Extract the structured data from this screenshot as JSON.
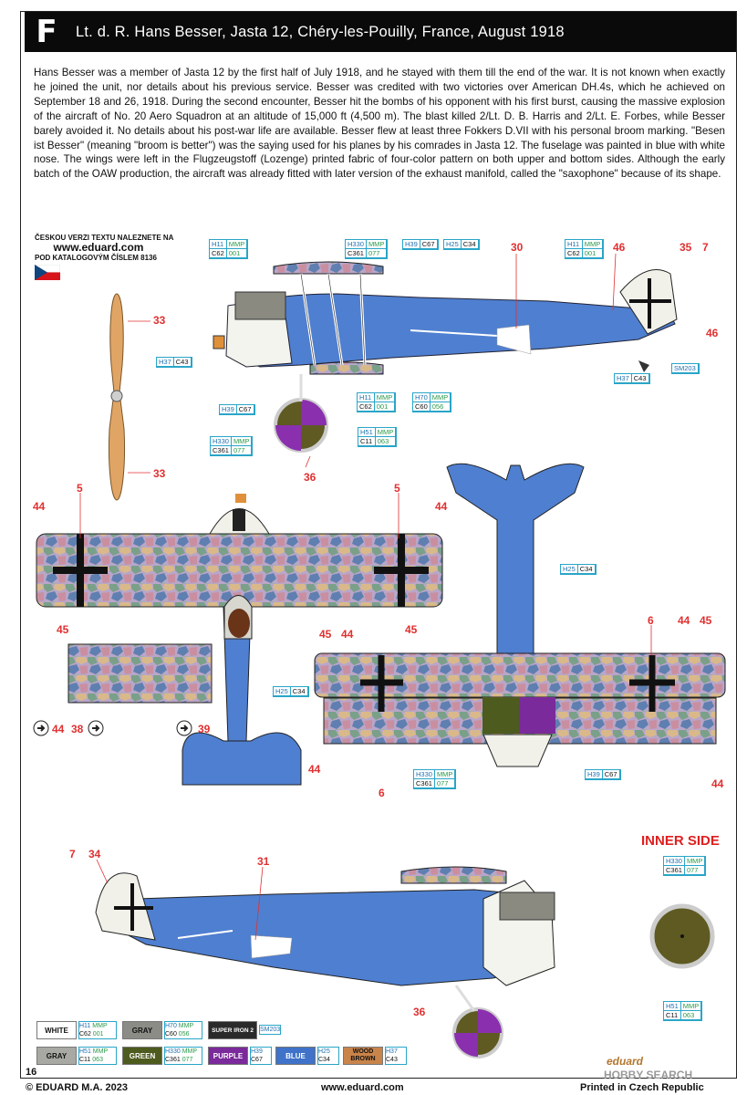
{
  "header": {
    "letter": "F",
    "title": "Lt. d. R. Hans Besser, Jasta 12, Chéry-les-Pouilly, France, August 1918"
  },
  "intro": "Hans Besser was a member of Jasta 12 by the first half of July 1918, and he stayed with them till the end of the war. It is not known when exactly he joined the unit, nor details about his previous service. Besser was credited with two victories over American DH.4s, which he achieved on September 18 and 26, 1918. During the second encounter, Besser hit the bombs of his opponent with his first burst, causing the massive explosion of the aircraft of No. 20 Aero Squadron at an altitude of 15,000 ft (4,500 m). The blast killed 2/Lt. D. B. Harris and 2/Lt. E. Forbes, while Besser barely avoided it. No details about his post-war life are available. Besser flew at least three Fokkers D.VII with his personal broom marking. \"Besen ist Besser\" (meaning \"broom is better\") was the saying used for his planes by his comrades in Jasta 12. The fuselage was painted in blue with white nose. The wings were left in the Flugzeugstoff (Lozenge) printed fabric of four-color pattern on both upper and bottom sides. Although the early batch of the OAW production, the aircraft was already fitted with later version of the exhaust manifold, called the \"saxophone\" because of its shape.",
  "czech": {
    "line1": "ČESKOU VERZI TEXTU NALEZNETE NA",
    "url": "www.eduard.com",
    "line2": "POD KATALOGOVÝM ČÍSLEM 8136"
  },
  "callouts": {
    "h11": {
      "h": "H11",
      "m": "MMP",
      "c": "C62",
      "n": "001"
    },
    "h330": {
      "h": "H330",
      "m": "MMP",
      "c": "C361",
      "n": "077"
    },
    "h39": {
      "h": "H39",
      "c": "C67"
    },
    "h25": {
      "h": "H25",
      "c": "C34"
    },
    "h37": {
      "h": "H37",
      "c": "C43"
    },
    "h70": {
      "h": "H70",
      "m": "MMP",
      "c": "C60",
      "n": "056"
    },
    "h51": {
      "h": "H51",
      "m": "MMP",
      "c": "C11",
      "n": "063"
    },
    "sm203": "SM203"
  },
  "numbers": {
    "n30": "30",
    "n46": "46",
    "n35": "35",
    "n7": "7",
    "n33": "33",
    "n36": "36",
    "n5": "5",
    "n44": "44",
    "n45": "45",
    "n6": "6",
    "n38": "38",
    "n39": "39",
    "n34": "34",
    "n31": "31"
  },
  "inner_side": "INNER SIDE",
  "legend": [
    {
      "label": "WHITE",
      "color": "#ffffff",
      "text": "#111",
      "h": "H11",
      "m": "MMP",
      "c": "C62",
      "n": "001"
    },
    {
      "label": "GRAY",
      "color": "#8c8c86",
      "text": "#111",
      "h": "H70",
      "m": "MMP",
      "c": "C60",
      "n": "056"
    },
    {
      "label": "SUPER IRON 2",
      "color": "#2a2a2a",
      "text": "#fff",
      "h": "SM203"
    },
    {
      "label": "GRAY",
      "color": "#a9a9a3",
      "text": "#111",
      "h": "H51",
      "m": "MMP",
      "c": "C11",
      "n": "063"
    },
    {
      "label": "GREEN",
      "color": "#4e5b1e",
      "text": "#fff",
      "h": "H330",
      "m": "MMP",
      "c": "C361",
      "n": "077"
    },
    {
      "label": "PURPLE",
      "color": "#7a2a9a",
      "text": "#fff",
      "h": "H39",
      "c": "C67"
    },
    {
      "label": "BLUE",
      "color": "#3f72c8",
      "text": "#fff",
      "h": "H25",
      "c": "C34"
    },
    {
      "label": "WOOD BROWN",
      "color": "#c9844a",
      "text": "#111",
      "h": "H37",
      "c": "C43"
    }
  ],
  "page_number": "16",
  "footer": {
    "left": "© EDUARD M.A. 2023",
    "center": "www.eduard.com",
    "right": "Printed in Czech Republic"
  },
  "brand": "eduard",
  "watermark": "HOBBY SEARCH"
}
